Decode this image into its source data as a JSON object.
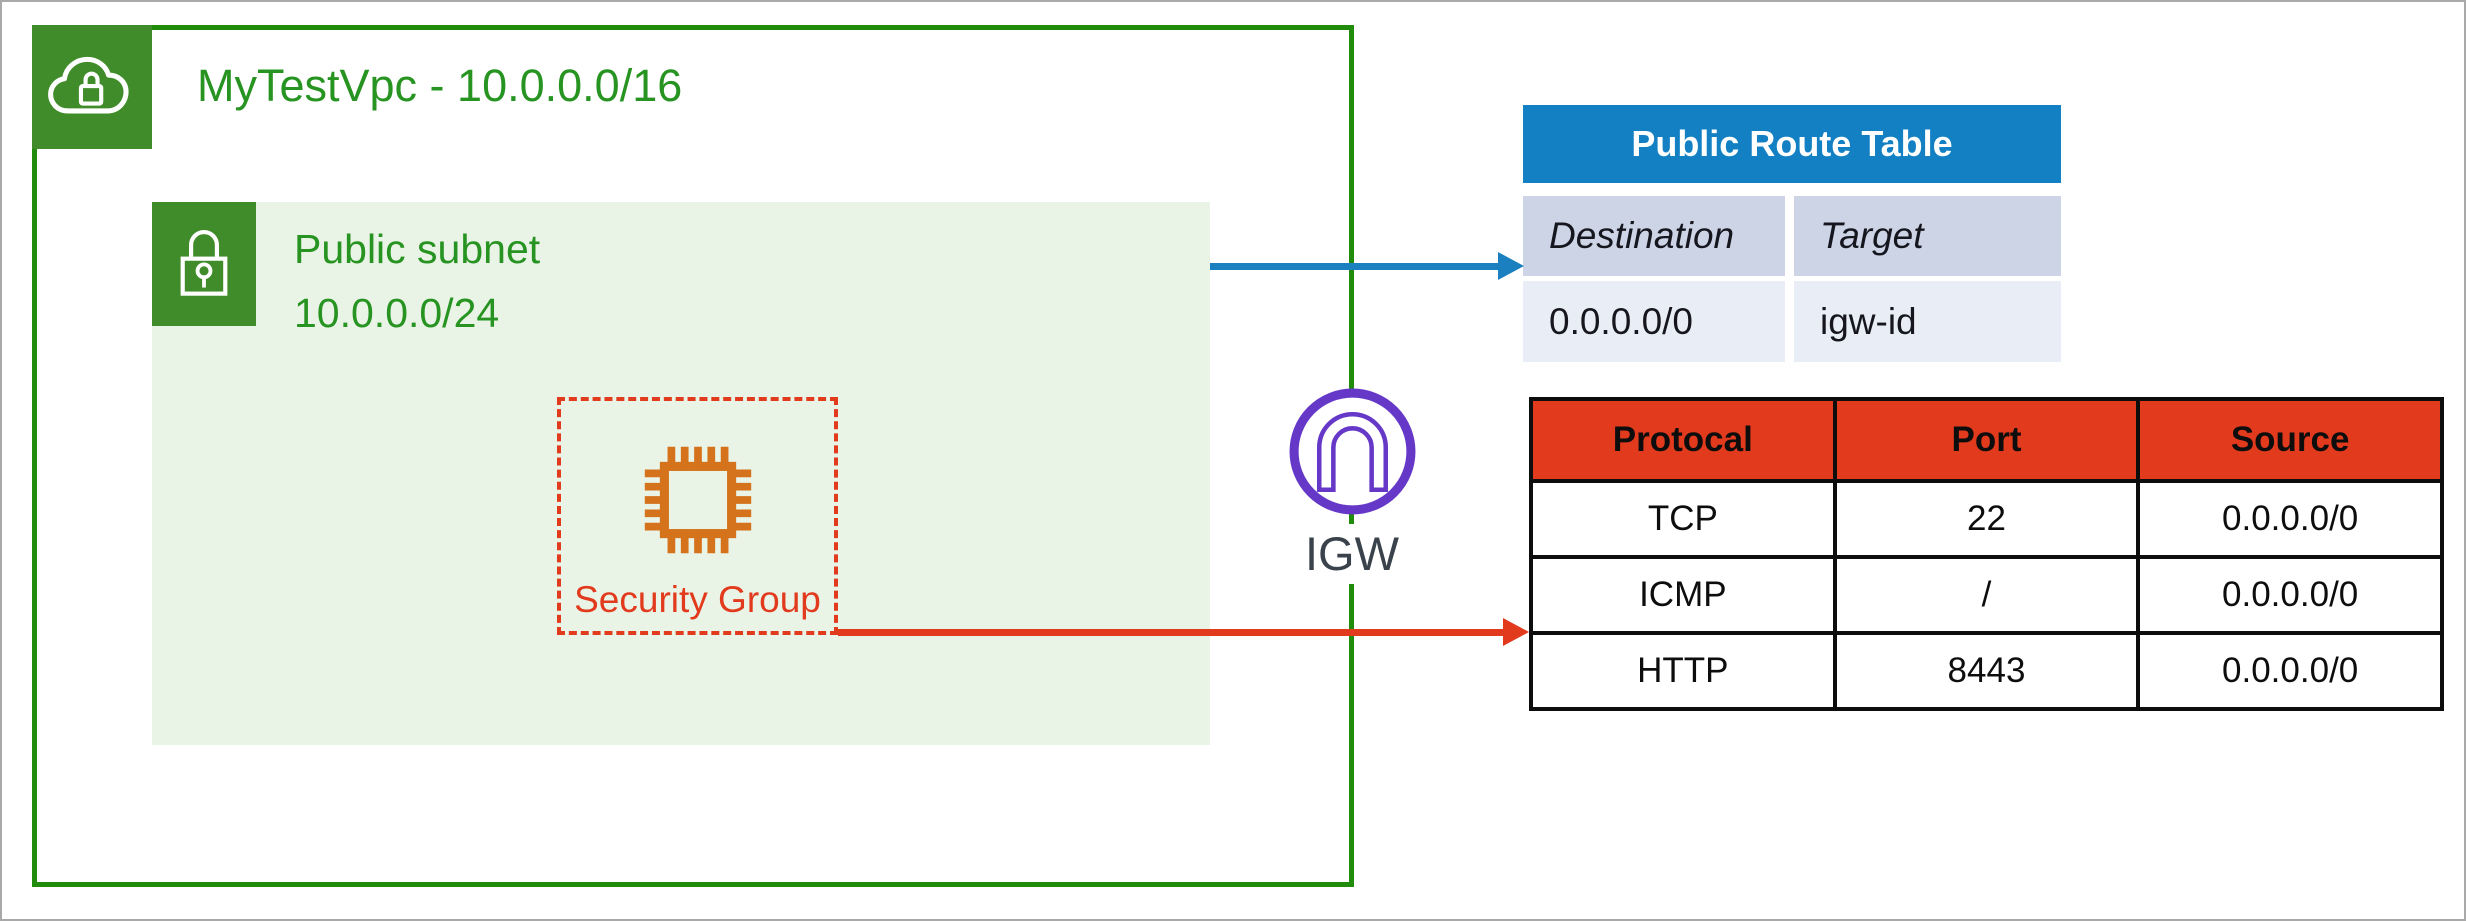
{
  "vpc": {
    "title": "MyTestVpc - 10.0.0.0/16"
  },
  "subnet": {
    "name": "Public subnet",
    "cidr": "10.0.0.0/24"
  },
  "security_group": {
    "label": "Security Group"
  },
  "igw": {
    "label": "IGW"
  },
  "route_table": {
    "title": "Public Route Table",
    "columns": [
      "Destination",
      "Target"
    ],
    "rows": [
      [
        "0.0.0.0/0",
        "igw-id"
      ]
    ]
  },
  "rules_table": {
    "columns": [
      "Protocal",
      "Port",
      "Source"
    ],
    "rows": [
      [
        "TCP",
        "22",
        "0.0.0.0/0"
      ],
      [
        "ICMP",
        "/",
        "0.0.0.0/0"
      ],
      [
        "HTTP",
        "8443",
        "0.0.0.0/0"
      ]
    ]
  },
  "icons": {
    "vpc": "cloud-lock-icon",
    "subnet": "lock-icon",
    "security_group": "chip-icon",
    "igw": "gateway-arch-icon"
  },
  "colors": {
    "vpc_border_green": "#218c0c",
    "green_text": "#279421",
    "icon_green": "#418c2a",
    "subnet_bg": "#e9f3e6",
    "red_accent": "#e23a1d",
    "chip_orange": "#d4731b",
    "blue_header": "#1380c4",
    "blue_arrow": "#1a80c0",
    "column_header_bg": "#ccd4e6",
    "data_row_bg": "#e9edf6",
    "igw_purple": "#6638c8",
    "igw_text": "#3a424b",
    "table_border_black": "#0d0d0d"
  }
}
